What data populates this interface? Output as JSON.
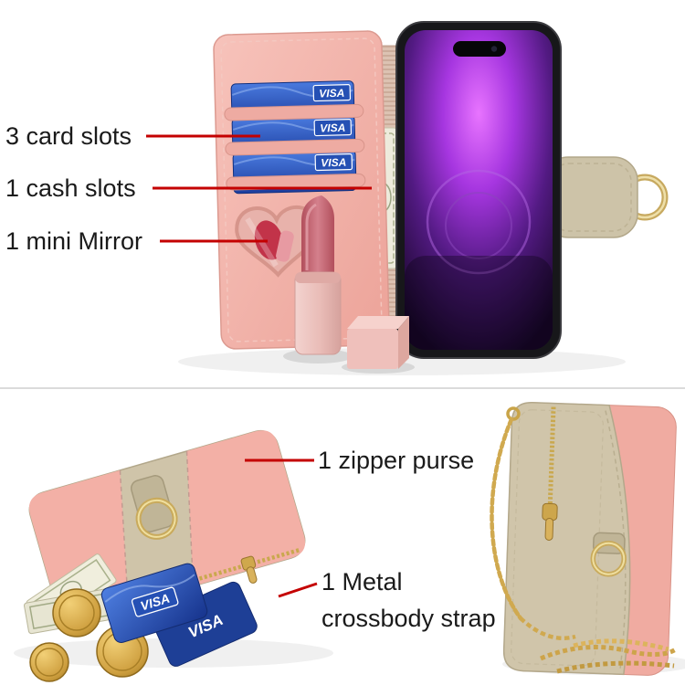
{
  "top_section": {
    "card_brand": "VISA",
    "annotations": [
      {
        "id": "card-slots",
        "label": "3 card slots"
      },
      {
        "id": "cash-slots",
        "label": "1 cash slots"
      },
      {
        "id": "mini-mirror",
        "label": "1 mini Mirror"
      }
    ]
  },
  "bottom_section": {
    "card_brand": "VISA",
    "annotations": [
      {
        "id": "zipper-purse",
        "label": "1 zipper purse"
      },
      {
        "id": "crossbody-strap",
        "label_line1": "1 Metal",
        "label_line2": "crossbody strap"
      }
    ]
  },
  "colors": {
    "annotation_line": "#c40000",
    "annotation_text": "#1a1a1a",
    "divider": "#dbdbdb",
    "case_pink": "#f1b1a9",
    "strap_khaki": "#cfc4a9",
    "metal_gold": "#c9aa5c",
    "card_blue": "#2d5fc4",
    "screen_purple": "#a636e0"
  }
}
